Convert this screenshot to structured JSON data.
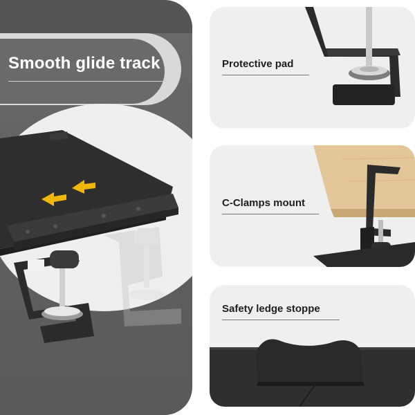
{
  "left_panel": {
    "title": "Smooth glide track"
  },
  "features": [
    {
      "label": "Protective pad",
      "icon": "c-clamp-with-pad"
    },
    {
      "label": "C-Clamps mount",
      "icon": "c-clamp-on-desk"
    },
    {
      "label": "Safety ledge stoppe",
      "icon": "ledge-stopper"
    }
  ],
  "colors": {
    "panel_gray": "#5f5f5f",
    "card_bg": "#efefef",
    "arrow_yellow": "#f2b705",
    "metal_black": "#2b2b2b",
    "wood": "#e3c79a"
  }
}
